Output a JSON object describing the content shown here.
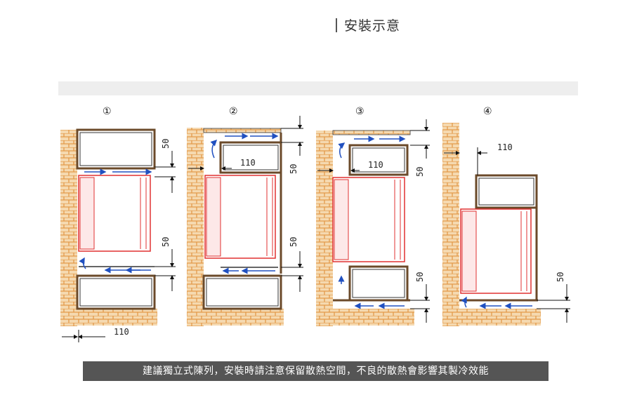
{
  "title": "安裝示意",
  "caption": "建議獨立式陳列，安裝時請注意保留散熱空間，不良的散熱會影響其製冷效能",
  "panels": [
    {
      "label": "①",
      "dims": [
        "50",
        "50",
        "110"
      ]
    },
    {
      "label": "②",
      "dims": [
        "110",
        "50",
        "50"
      ]
    },
    {
      "label": "③",
      "dims": [
        "110",
        "50",
        "50"
      ]
    },
    {
      "label": "④",
      "dims": [
        "110",
        "50"
      ]
    }
  ],
  "colors": {
    "brick": "#e8a050",
    "fridge": "#e03030",
    "arrow": "#2050c0",
    "cabinet": "#6b4a2a"
  }
}
